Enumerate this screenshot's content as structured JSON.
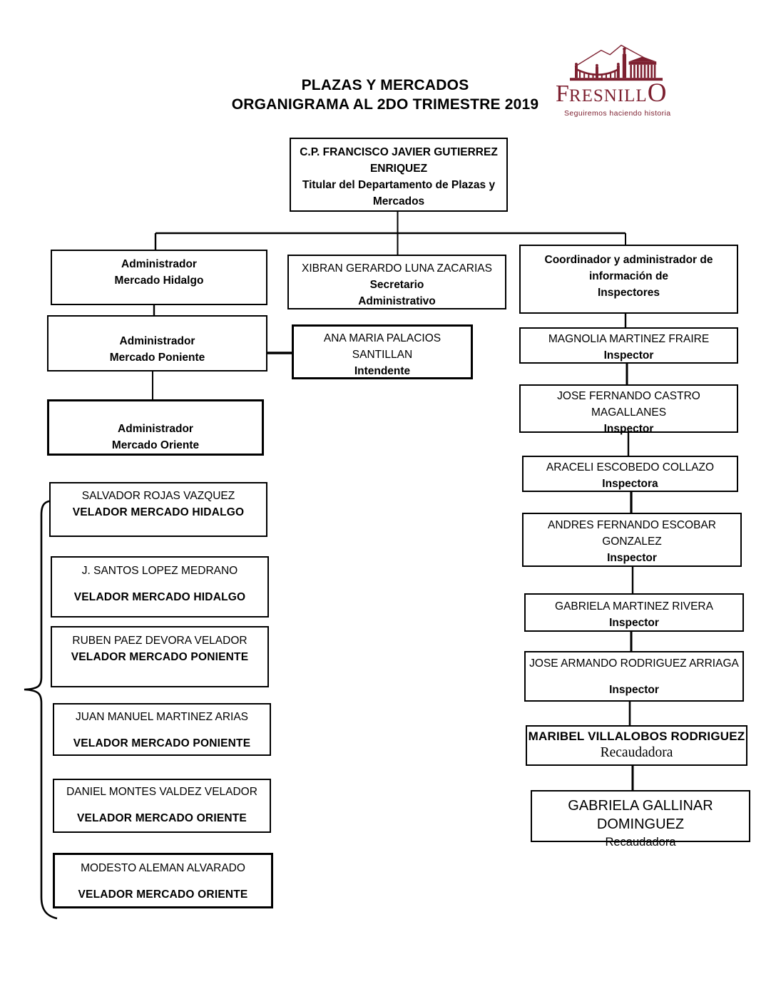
{
  "colors": {
    "brand_maroon": "#7d2030",
    "line_black": "#000000"
  },
  "header": {
    "title_line1": "PLAZAS Y MERCADOS",
    "title_line2": "ORGANIGRAMA AL 2DO TRIMESTRE 2019"
  },
  "logo": {
    "name_first": "F",
    "name_mid": "RESNILL",
    "name_last": "O",
    "tagline": "Seguiremos haciendo historia"
  },
  "org": {
    "titular": {
      "name": "C.P. FRANCISCO JAVIER GUTIERREZ ENRIQUEZ",
      "role": "Titular del Departamento de Plazas y Mercados"
    },
    "administradores": [
      {
        "title": "Administrador",
        "unit": "Mercado Hidalgo"
      },
      {
        "title": "Administrador",
        "unit": "Mercado Poniente"
      },
      {
        "title": "Administrador",
        "unit": "Mercado Oriente"
      }
    ],
    "secretario": {
      "name": "XIBRAN GERARDO LUNA ZACARIAS",
      "role_line1": "Secretario",
      "role_line2": "Administrativo"
    },
    "intendente": {
      "name": "ANA MARIA PALACIOS SANTILLAN",
      "role": "Intendente"
    },
    "coordinador": {
      "line1": "Coordinador y administrador de",
      "line2": "información de",
      "line3": "Inspectores"
    },
    "inspectores": [
      {
        "name": "MAGNOLIA MARTINEZ FRAIRE",
        "role": "Inspector"
      },
      {
        "name": "JOSE FERNANDO CASTRO MAGALLANES",
        "role": "Inspector"
      },
      {
        "name": "ARACELI ESCOBEDO COLLAZO",
        "role": "Inspectora"
      },
      {
        "name": "ANDRES FERNANDO ESCOBAR GONZALEZ",
        "role": "Inspector"
      },
      {
        "name": "GABRIELA MARTINEZ RIVERA",
        "role": "Inspector"
      },
      {
        "name": "JOSE ARMANDO RODRIGUEZ ARRIAGA",
        "role": "Inspector"
      }
    ],
    "recaudadoras": [
      {
        "name": "MARIBEL VILLALOBOS RODRIGUEZ",
        "role": "Recaudadora"
      },
      {
        "name": "GABRIELA GALLINAR DOMINGUEZ",
        "role": "Recaudadora"
      }
    ],
    "veladores": [
      {
        "name": "SALVADOR ROJAS VAZQUEZ",
        "role": "VELADOR MERCADO HIDALGO"
      },
      {
        "name": "J. SANTOS LOPEZ MEDRANO",
        "role": "VELADOR MERCADO HIDALGO"
      },
      {
        "name": "RUBEN PAEZ DEVORA VELADOR",
        "role": "VELADOR MERCADO PONIENTE"
      },
      {
        "name": "JUAN MANUEL MARTINEZ ARIAS",
        "role": "VELADOR MERCADO PONIENTE"
      },
      {
        "name": "DANIEL MONTES VALDEZ VELADOR",
        "role": "VELADOR MERCADO ORIENTE"
      },
      {
        "name": "MODESTO ALEMAN ALVARADO",
        "role": "VELADOR MERCADO ORIENTE"
      }
    ]
  }
}
